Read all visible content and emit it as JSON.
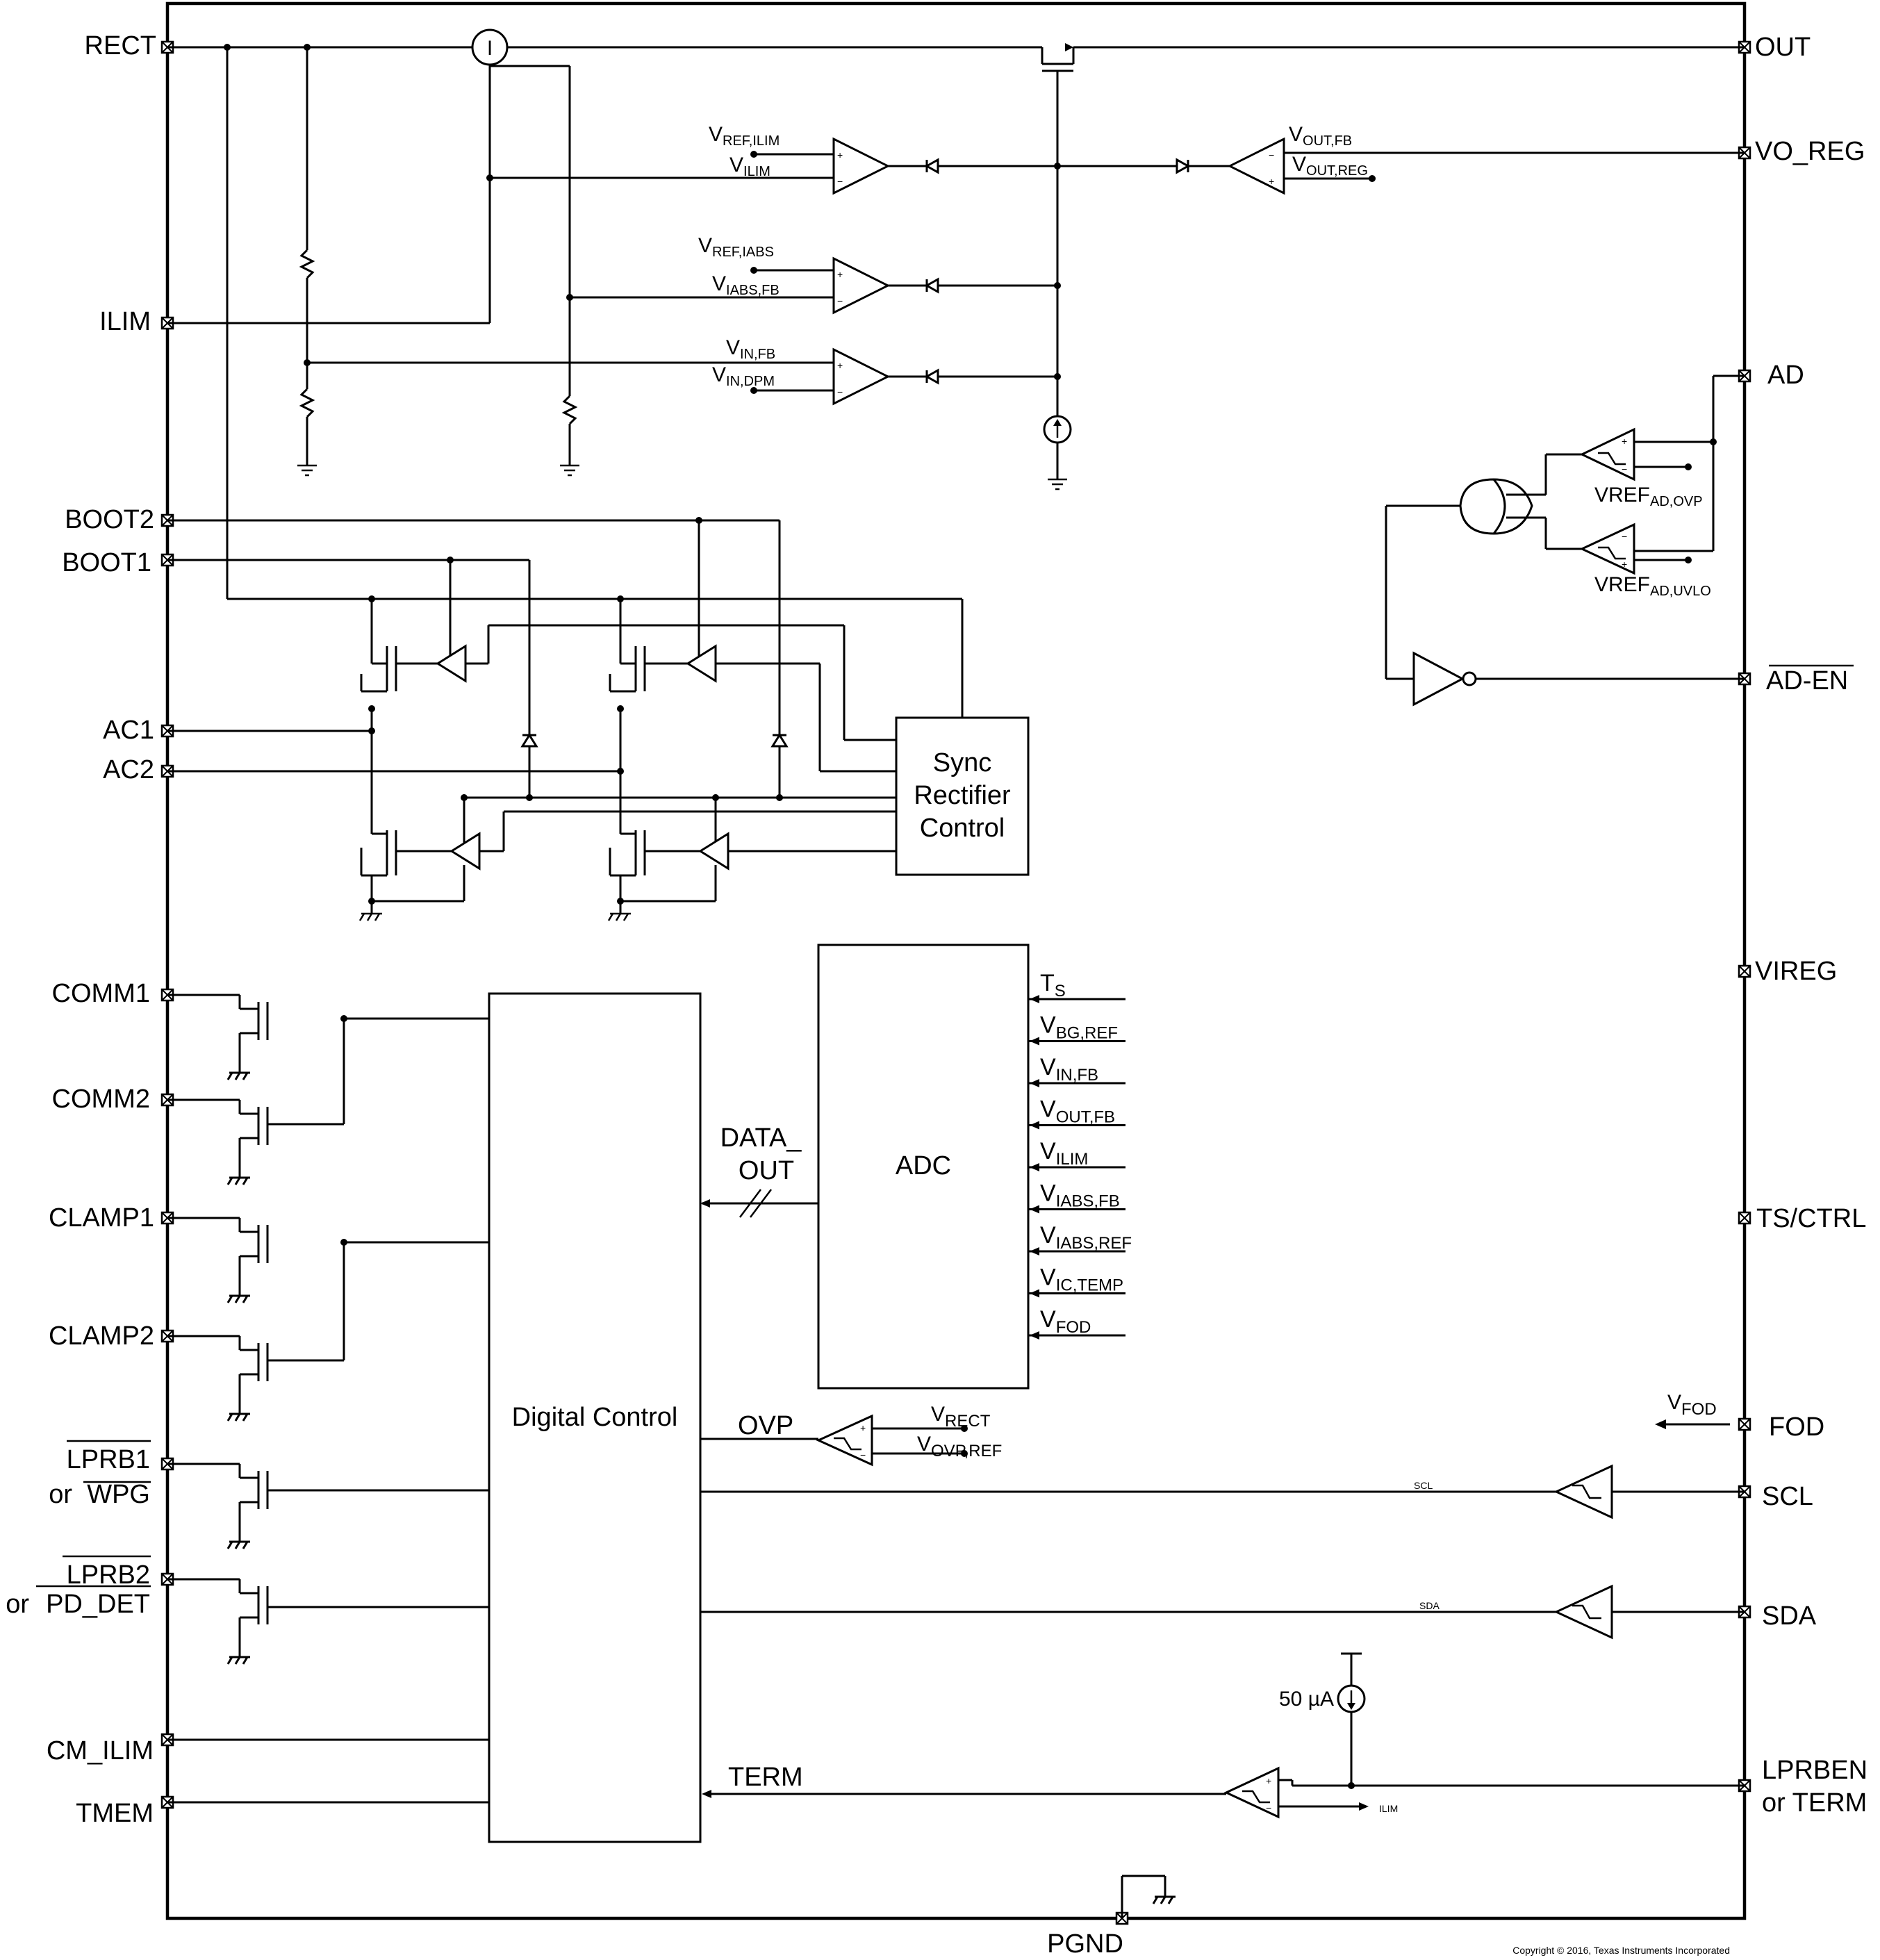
{
  "pins_left": [
    {
      "id": "RECT",
      "label": "RECT"
    },
    {
      "id": "ILIM",
      "label": "ILIM"
    },
    {
      "id": "BOOT2",
      "label": "BOOT2"
    },
    {
      "id": "BOOT1",
      "label": "BOOT1"
    },
    {
      "id": "AC1",
      "label": "AC1"
    },
    {
      "id": "AC2",
      "label": "AC2"
    },
    {
      "id": "COMM1",
      "label": "COMM1"
    },
    {
      "id": "COMM2",
      "label": "COMM2"
    },
    {
      "id": "CLAMP1",
      "label": "CLAMP1"
    },
    {
      "id": "CLAMP2",
      "label": "CLAMP2"
    },
    {
      "id": "LPRB1",
      "label": "LPRB1",
      "label2": "or",
      "label3": "WPG"
    },
    {
      "id": "LPRB2",
      "label": "LPRB2",
      "label2": "or",
      "label3": "PD_DET"
    },
    {
      "id": "CM_ILIM",
      "label": "CM_ILIM"
    },
    {
      "id": "TMEM",
      "label": "TMEM"
    }
  ],
  "pins_right": [
    {
      "id": "OUT",
      "label": "OUT"
    },
    {
      "id": "VO_REG",
      "label": "VO_REG"
    },
    {
      "id": "AD",
      "label": "AD"
    },
    {
      "id": "AD_EN",
      "label": "AD-EN"
    },
    {
      "id": "VIREG",
      "label": "VIREG"
    },
    {
      "id": "TS_CTRL",
      "label": "TS/CTRL"
    },
    {
      "id": "FOD",
      "label": "FOD"
    },
    {
      "id": "SCL",
      "label": "SCL"
    },
    {
      "id": "SDA",
      "label": "SDA"
    },
    {
      "id": "LPRBEN",
      "label": "LPRBEN",
      "label2": "or TERM"
    }
  ],
  "pin_bottom": {
    "label": "PGND"
  },
  "blocks": {
    "sync": {
      "line1": "Sync",
      "line2": "Rectifier",
      "line3": "Control"
    },
    "adc": {
      "label": "ADC"
    },
    "digital": {
      "label": "Digital Control"
    }
  },
  "current_sense": {
    "label": "I"
  },
  "loop_refs": {
    "ilim": {
      "ref_main": "V",
      "ref_sub": "REF,ILIM",
      "fb_main": "V",
      "fb_sub": "ILIM"
    },
    "iabs": {
      "ref_main": "V",
      "ref_sub": "REF,IABS",
      "fb_main": "V",
      "fb_sub": "IABS,FB"
    },
    "vin": {
      "fb_main": "V",
      "fb_sub": "IN,FB",
      "ref_main": "V",
      "ref_sub": "IN,DPM"
    },
    "vout": {
      "fb_main": "V",
      "fb_sub": "OUT,FB",
      "ref_main": "V",
      "ref_sub": "OUT,REG"
    }
  },
  "ad_refs": {
    "ovp": {
      "main": "VREF",
      "sub": "AD,OVP"
    },
    "uvlo": {
      "main": "VREF",
      "sub": "AD,UVLO"
    }
  },
  "adc_inputs": [
    {
      "main": "T",
      "sub": "S"
    },
    {
      "main": "V",
      "sub": "BG,REF"
    },
    {
      "main": "V",
      "sub": "IN,FB"
    },
    {
      "main": "V",
      "sub": "OUT,FB"
    },
    {
      "main": "V",
      "sub": "ILIM"
    },
    {
      "main": "V",
      "sub": "IABS,FB"
    },
    {
      "main": "V",
      "sub": "IABS,REF"
    },
    {
      "main": "V",
      "sub": "IC,TEMP"
    },
    {
      "main": "V",
      "sub": "FOD"
    }
  ],
  "signals": {
    "data_out_1": "DATA_",
    "data_out_2": "OUT",
    "ovp": "OVP",
    "term": "TERM",
    "scl": "SCL",
    "sda": "SDA",
    "ilim_out": "ILIM",
    "current_source": "50 µA",
    "fod_main": "V",
    "fod_sub": "FOD"
  },
  "ovp_refs": {
    "rect_main": "V",
    "rect_sub": "RECT",
    "ref_main": "V",
    "ref_sub": "OVP,REF"
  },
  "copyright": "Copyright © 2016, Texas Instruments Incorporated"
}
